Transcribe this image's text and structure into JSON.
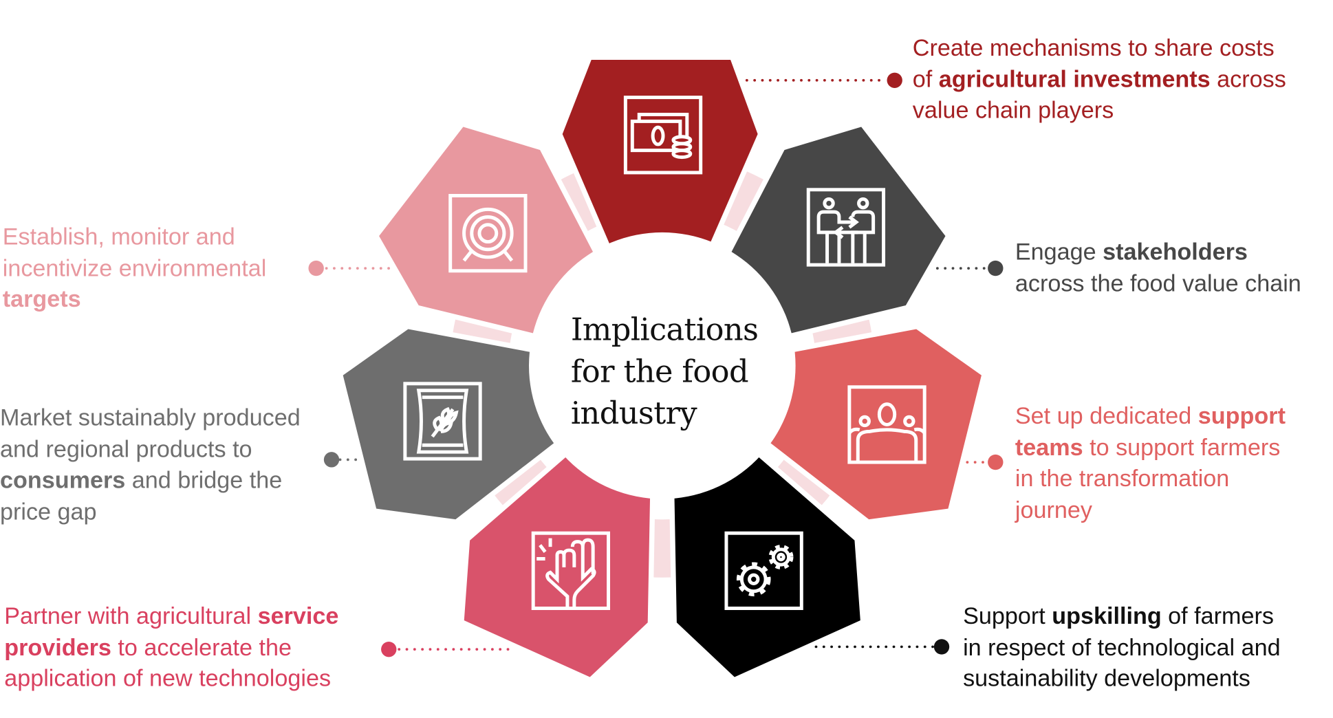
{
  "center_title": {
    "lines": [
      "Implications",
      "for the food",
      "industry"
    ]
  },
  "colors": {
    "ring": "#F7DDE0",
    "icon": "#FFFFFF"
  },
  "segments": [
    {
      "id": "share-costs",
      "icon": "money-coins-icon",
      "color": "#A31F21",
      "text_color": "#A31F21",
      "lines": [
        [
          {
            "t": "Create mechanisms to share costs"
          }
        ],
        [
          {
            "t": "of "
          },
          {
            "t": "agricultural investments",
            "b": true
          },
          {
            "t": " across"
          }
        ],
        [
          {
            "t": "value chain players"
          }
        ]
      ]
    },
    {
      "id": "engage-stakeholders",
      "icon": "people-exchange-icon",
      "color": "#474747",
      "text_color": "#474747",
      "lines": [
        [
          {
            "t": "Engage "
          },
          {
            "t": "stakeholders",
            "b": true
          }
        ],
        [
          {
            "t": "across the food value chain"
          }
        ]
      ]
    },
    {
      "id": "support-teams",
      "icon": "team-icon",
      "color": "#E06060",
      "text_color": "#E06060",
      "lines": [
        [
          {
            "t": "Set up dedicated "
          },
          {
            "t": "support",
            "b": true
          }
        ],
        [
          {
            "t": "teams",
            "b": true
          },
          {
            "t": " to support farmers"
          }
        ],
        [
          {
            "t": "in the transformation"
          }
        ],
        [
          {
            "t": "journey"
          }
        ]
      ]
    },
    {
      "id": "upskilling",
      "icon": "gears-icon",
      "color": "#000000",
      "text_color": "#111111",
      "lines": [
        [
          {
            "t": "Support "
          },
          {
            "t": "upskilling",
            "b": true
          },
          {
            "t": " of farmers"
          }
        ],
        [
          {
            "t": "in respect of technological and"
          }
        ],
        [
          {
            "t": "sustainability developments"
          }
        ]
      ]
    },
    {
      "id": "service-providers",
      "icon": "raised-hands-icon",
      "color": "#D9536B",
      "text_color": "#D9405F",
      "lines": [
        [
          {
            "t": "Partner with agricultural "
          },
          {
            "t": "service",
            "b": true
          }
        ],
        [
          {
            "t": "providers",
            "b": true
          },
          {
            "t": " to accelerate the"
          }
        ],
        [
          {
            "t": "application of new technologies"
          }
        ]
      ]
    },
    {
      "id": "market-products",
      "icon": "grain-bag-icon",
      "color": "#6E6E6E",
      "text_color": "#6E6E6E",
      "lines": [
        [
          {
            "t": "Market sustainably produced"
          }
        ],
        [
          {
            "t": "and regional products to"
          }
        ],
        [
          {
            "t": "consumers",
            "b": true
          },
          {
            "t": " and bridge the"
          }
        ],
        [
          {
            "t": "price gap"
          }
        ]
      ]
    },
    {
      "id": "environmental-targets",
      "icon": "target-icon",
      "color": "#E8989F",
      "text_color": "#E8989F",
      "lines": [
        [
          {
            "t": "Establish, monitor and"
          }
        ],
        [
          {
            "t": "incentivize environmental"
          }
        ],
        [
          {
            "t": "targets",
            "b": true
          }
        ]
      ]
    }
  ]
}
